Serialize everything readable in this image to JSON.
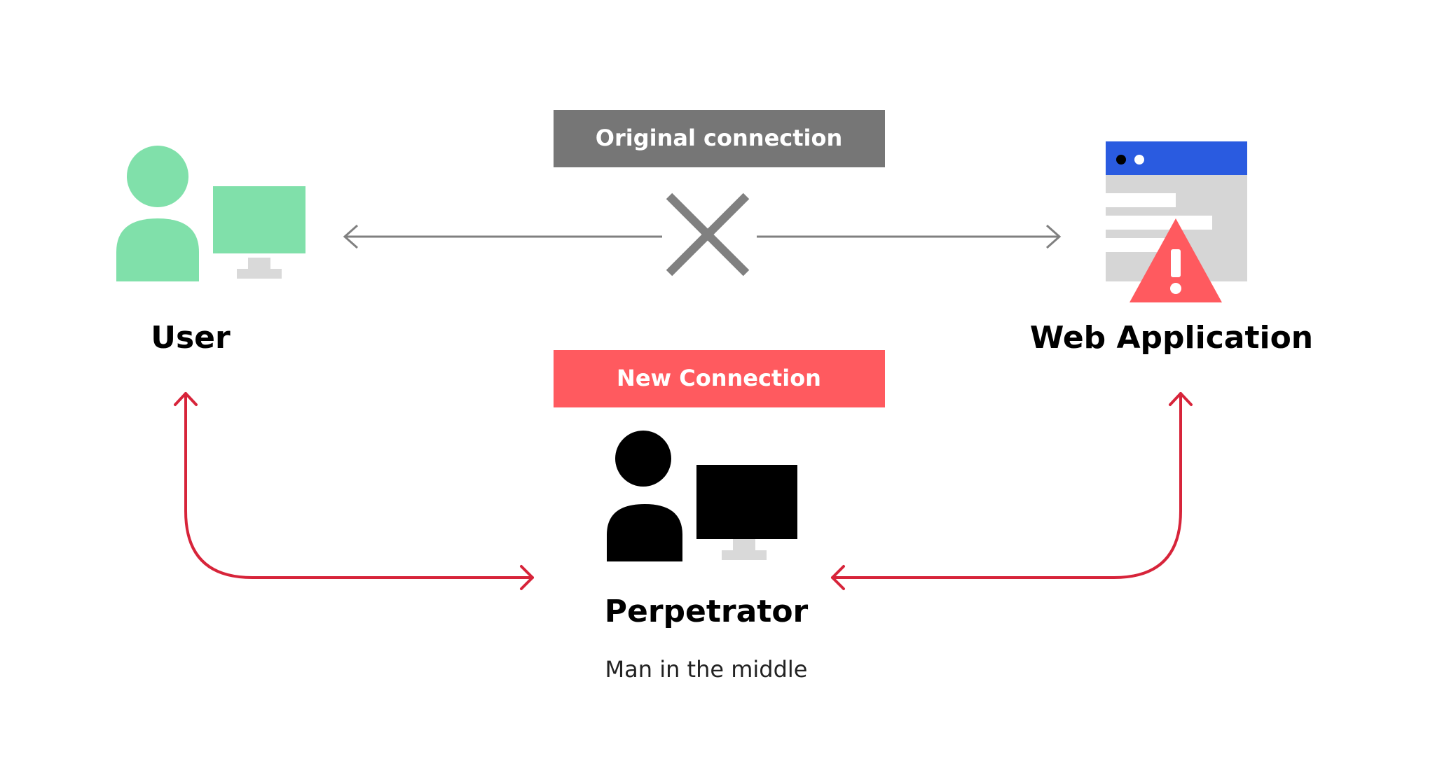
{
  "banners": {
    "original": "Original connection",
    "new": "New Connection"
  },
  "nodes": {
    "user": "User",
    "web_app": "Web Application",
    "perpetrator": "Perpetrator",
    "perpetrator_sub": "Man in the middle"
  },
  "icons": {
    "user_icon": "user-with-monitor-icon",
    "web_app_icon": "browser-window-warning-icon",
    "perpetrator_icon": "attacker-with-monitor-icon",
    "broken_connection_icon": "x-mark-icon"
  },
  "colors": {
    "user_green": "#80E0AA",
    "original_banner": "#767676",
    "new_banner": "#FF5A5F",
    "attack_arrow": "#D7243A",
    "gray_arrow": "#808080",
    "browser_bar": "#2A5BE0",
    "browser_body": "#D6D6D6",
    "warning": "#FF5A5F",
    "black": "#000000"
  }
}
